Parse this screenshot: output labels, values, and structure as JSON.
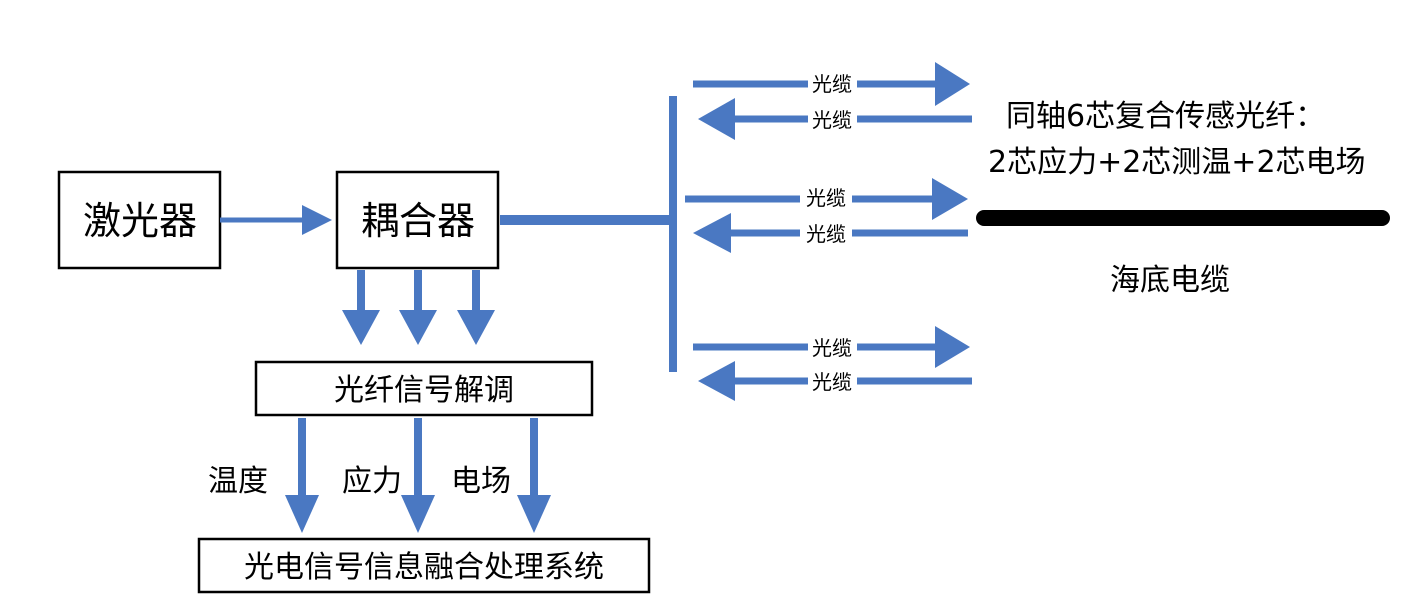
{
  "blocks": {
    "laser": "激光器",
    "coupler": "耦合器",
    "demod": "光纤信号解调",
    "fusion": "光电信号信息融合处理系统"
  },
  "signals": {
    "temperature": "温度",
    "stress": "应力",
    "electric_field": "电场"
  },
  "branches": [
    {
      "out_label": "光缆",
      "in_label": "光缆"
    },
    {
      "out_label": "光缆",
      "in_label": "光缆"
    },
    {
      "out_label": "光缆",
      "in_label": "光缆"
    }
  ],
  "fiber_description": {
    "line1": "同轴6芯复合传感光纤：",
    "line2": "2芯应力+2芯测温+2芯电场"
  },
  "cable_label": "海底电缆",
  "colors": {
    "arrow": "#4a78c2",
    "cable": "#000000",
    "box_border": "#000000"
  }
}
